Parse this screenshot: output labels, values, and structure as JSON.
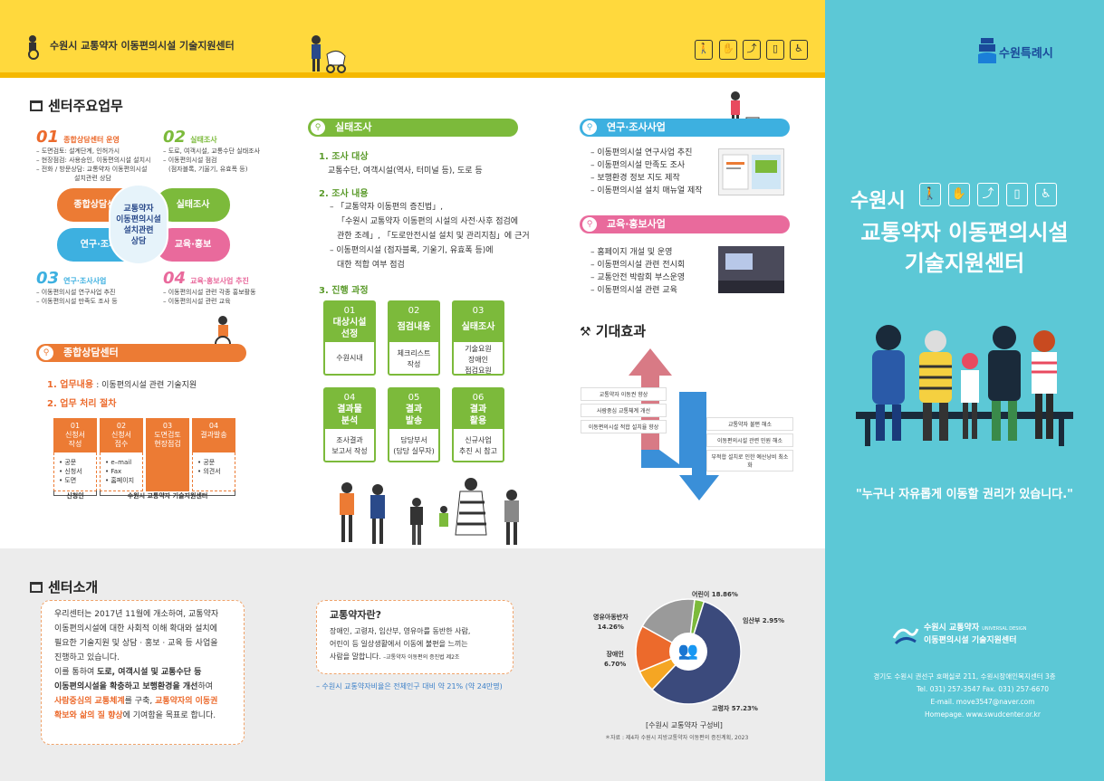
{
  "header": {
    "center_name": "수원시 교통약자 이동편의시설 기술지원센터",
    "icons": [
      "walking-icon",
      "braille-icon",
      "escalator-icon",
      "elevator-icon",
      "wheelchair-icon"
    ]
  },
  "col1": {
    "title": "센터주요업무",
    "b01": {
      "num": "01",
      "title": "종합상담센터 운영",
      "lines": [
        "– 도면검토: 설계단계, 인허가시",
        "– 현장점검: 사용승인, 이동편의시설 설치시",
        "– 전화 / 방문상담: 교통약자 이동편의시설",
        "설치관련 상담"
      ]
    },
    "b02": {
      "num": "02",
      "title": "실태조사",
      "lines": [
        "– 도로, 여객시설, 교통수단 실태조사",
        "– 이동편의시설 점검",
        "(점자블록, 기울기, 유효폭 등)"
      ]
    },
    "b03": {
      "num": "03",
      "title": "연구·조사사업",
      "lines": [
        "– 이동편의시설 연구사업 추진",
        "– 이동편의시설 만족도 조사 등"
      ]
    },
    "b04": {
      "num": "04",
      "title": "교육·홍보사업 추진",
      "lines": [
        "– 이동편의시설 관련 각종 홍보활동",
        "– 이동편의시설 관련 교육"
      ]
    },
    "bubbles": {
      "tl": "종합상담센터",
      "tr": "실태조사",
      "bl": "연구·조사",
      "br": "교육·홍보",
      "center": [
        "교통약자",
        "이동편의시설",
        "설치관련",
        "상담"
      ]
    },
    "consult": {
      "pill": "종합상담센터",
      "s1": "1. 업무내용",
      "s1_text": ": 이동편의시설 관련 기술지원",
      "s2": "2. 업무 처리 절차",
      "steps": [
        {
          "num": "01",
          "name": [
            "신청서",
            "작성"
          ],
          "items": [
            "• 공문",
            "• 신청서",
            "• 도면"
          ]
        },
        {
          "num": "02",
          "name": [
            "신청서",
            "접수"
          ],
          "items": [
            "• e–mail",
            "• Fax",
            "• 홈페이지"
          ]
        },
        {
          "num": "03",
          "name": [
            "도면검토",
            "현장점검"
          ],
          "items": []
        },
        {
          "num": "04",
          "name": [
            "결과발송"
          ],
          "items": [
            "• 공문",
            "• 의견서"
          ]
        }
      ],
      "who1": "신청인",
      "who2": "수원시 교통약자 기술지원센터"
    }
  },
  "col2": {
    "pill": "실태조사",
    "s1": "1. 조사 대상",
    "s1_text": "교통수단, 여객시설(역사, 터미널 등), 도로 등",
    "s2": "2. 조사 내용",
    "s2_lines": [
      "– 「교통약자 이동편의 증진법」,",
      "「수원시 교통약자 이동편의 시설의 사전·사후 점검에",
      "관한 조례」, 「도로안전시설 설치 및 관리지침」에 근거",
      "– 이동편의시설 (점자블록, 기울기, 유효폭 등)에",
      "대한 적합 여부 점검"
    ],
    "s3": "3. 진행 과정",
    "steps": [
      {
        "head": [
          "01",
          "대상시설",
          "선정"
        ],
        "body": [
          "수원시내"
        ]
      },
      {
        "head": [
          "02",
          "점검내용"
        ],
        "body": [
          "체크리스트",
          "작성"
        ]
      },
      {
        "head": [
          "03",
          "실태조사"
        ],
        "body": [
          "기술요원",
          "장애인",
          "점검요원"
        ]
      },
      {
        "head": [
          "04",
          "결과물",
          "분석"
        ],
        "body": [
          "조사결과",
          "보고서 작성"
        ]
      },
      {
        "head": [
          "05",
          "결과",
          "발송"
        ],
        "body": [
          "담당부서",
          "(담당 실무자)"
        ]
      },
      {
        "head": [
          "06",
          "결과",
          "활용"
        ],
        "body": [
          "신규사업",
          "추진 시 참고"
        ]
      }
    ]
  },
  "col3": {
    "research": {
      "pill": "연구·조사사업",
      "items": [
        "– 이동편의시설 연구사업 추진",
        "– 이동편의시설 만족도 조사",
        "– 보행환경 정보 지도 제작",
        "– 이동편의시설 설치 매뉴얼 제작"
      ]
    },
    "edu": {
      "pill": "교육·홍보사업",
      "items": [
        "– 홈페이지 개설 및 운영",
        "– 이동편의시설 관련 전시회",
        "– 교통안전 박람회 부스운영",
        "– 이동편의시설 관련 교육"
      ]
    },
    "effect": {
      "title": "기대효과",
      "up": [
        "교통약자 이동권 향상",
        "사람중심 교통체계 개선",
        "이동편의시설 적합 설치율 향상"
      ],
      "down": [
        "교통약자 불편 해소",
        "이동편의시설 관련 민원 해소",
        "부적합 설치로 인한 예산낭비 최소화"
      ]
    }
  },
  "intro": {
    "title": "센터소개",
    "p1": [
      "우리센터는 2017년 11월에 개소하여, 교통약자",
      "이동편의시설에 대한 사회적 이해 확대와 설치에",
      "필요한 기술지원 및 상담 · 홍보 · 교육 등 사업을",
      "진행하고 있습니다."
    ],
    "p2_lines": [
      [
        {
          "t": "이를 통하여 ",
          "b": false
        },
        {
          "t": "도로, 여객시설 및 교통수단 등",
          "b": true
        }
      ],
      [
        {
          "t": "이동편의시설을 확충하고 보행환경을 개선",
          "b": true
        },
        {
          "t": "하여",
          "b": false
        }
      ],
      [
        {
          "t": "사람중심의 교통체계",
          "o": true
        },
        {
          "t": "를 구축, ",
          "b": false
        },
        {
          "t": "교통약자의 이동권",
          "o": true
        }
      ],
      [
        {
          "t": "확보와 삶의 질 향상",
          "o": true
        },
        {
          "t": "에 기여함을 목표로 합니다.",
          "b": false
        }
      ]
    ]
  },
  "who": {
    "title": "교통약자란?",
    "lines": [
      "장애인, 고령자, 임산부, 영유아를 동반한 사람,",
      "어린이 등 일상생활에서 이동에 불편을 느끼는",
      "사람을 말합니다."
    ],
    "law": "–교통약자 이동편의 증진법 제2조",
    "note": "– 수원시 교통약자비율은 전체인구 대비 약 21% (약 24만명)"
  },
  "chart_data": {
    "type": "pie",
    "title": "[수원시 교통약자 구성비]",
    "source": "＊자료 : 제4차 수원시 지방교통약자 이동편의 증진계획, 2023",
    "categories": [
      "고령자",
      "장애인",
      "영유아동반자",
      "어린이",
      "임산부"
    ],
    "values": [
      57.23,
      6.7,
      14.26,
      18.86,
      2.95
    ],
    "labels": [
      "고령자 57.23%",
      "장애인\n6.70%",
      "영유아동반자\n14.26%",
      "어린이 18.86%",
      "임산부 2.95%"
    ],
    "colors": [
      "#3b4a7c",
      "#f5a623",
      "#ec6a2c",
      "#9a9a9a",
      "#7cba3b"
    ]
  },
  "cover": {
    "city": "수원특례시",
    "line1": "수원시",
    "line2": "교통약자 이동편의시설",
    "line3": "기술지원센터",
    "slogan": "\"누구나 자유롭게 이동할 권리가 있습니다.\"",
    "logo_name": "수원시 교통약자",
    "logo_ud": "UNIVERSAL DESIGN",
    "logo_name2": "이동편의시설 기술지원센터",
    "address": "경기도 수원시 권선구 호매실로 211, 수원시장애인복지센터 3층",
    "tel": "Tel. 031) 257-3547   Fax. 031) 257-6670",
    "email": "E-mail. move3547@naver.com",
    "homepage": "Homepage. www.swudcenter.or.kr"
  }
}
